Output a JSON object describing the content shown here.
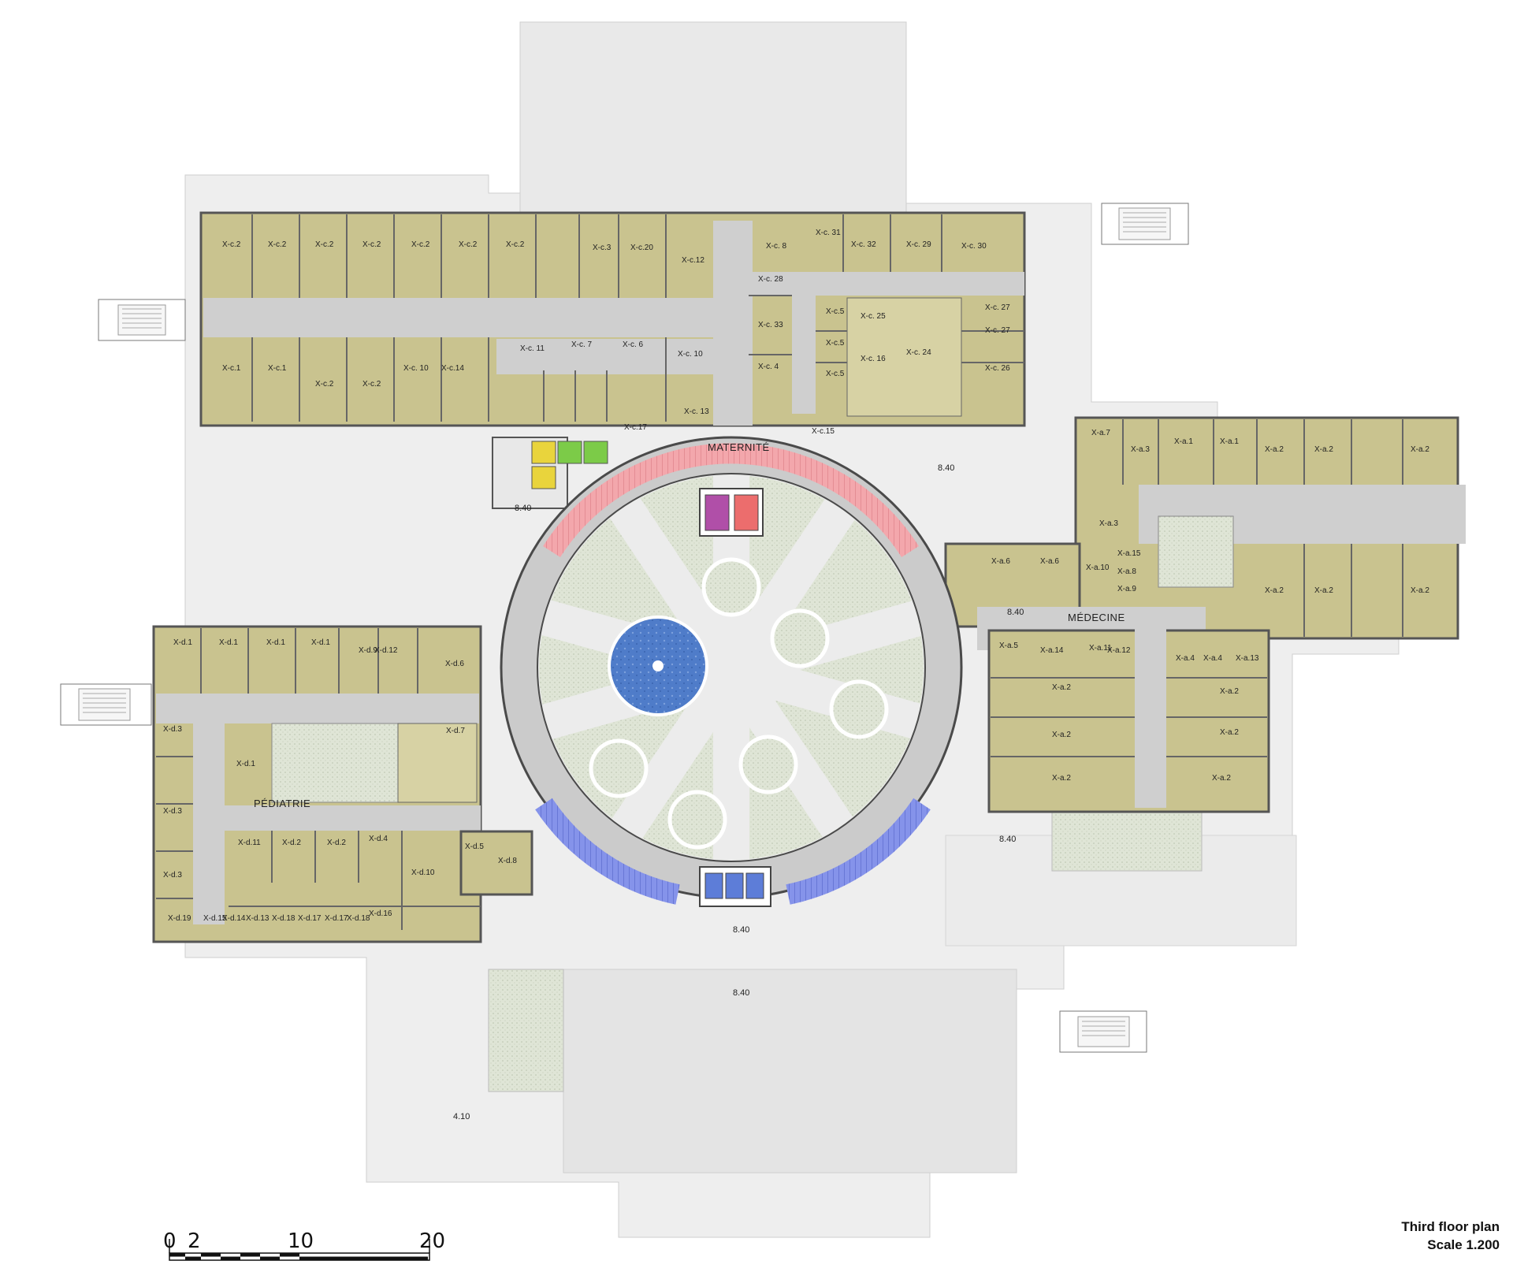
{
  "title": "Third floor plan",
  "scale_text": "Scale 1.200",
  "scale_bar": {
    "ticks": [
      "0",
      "2",
      "10",
      "20"
    ]
  },
  "wings": [
    "MATERNITÉ",
    "MÉDECINE",
    "PÉDIATRIE"
  ],
  "levels": [
    "8.40",
    "8.40",
    "8.40",
    "8.40",
    "8.40",
    "8.40",
    "4.10"
  ],
  "rooms": {
    "maternite": [
      "X-c.2",
      "X-c.2",
      "X-c.2",
      "X-c.2",
      "X-c.2",
      "X-c.2",
      "X-c.2",
      "X-c.3",
      "X-c.20",
      "X-c.12",
      "X-c. 8",
      "X-c. 31",
      "X-c. 32",
      "X-c. 29",
      "X-c. 30",
      "X-c. 28",
      "X-c. 33",
      "X-c. 4",
      "X-c.5",
      "X-c. 25",
      "X-c.5",
      "X-c. 16",
      "X-c.5",
      "X-c. 24",
      "X-c. 27",
      "X-c. 27",
      "X-c. 26",
      "X-c.1",
      "X-c.1",
      "X-c.2",
      "X-c.2",
      "X-c. 10",
      "X-c.14",
      "X-c. 11",
      "X-c. 7",
      "X-c. 6",
      "X-c. 10",
      "X-c. 13",
      "X-c.15",
      "X-c.17"
    ],
    "medecine": [
      "X-a.7",
      "X-a.3",
      "X-a.1",
      "X-a.1",
      "X-a.2",
      "X-a.2",
      "X-a.2",
      "X-a.3",
      "X-a.6",
      "X-a.6",
      "X-a.10",
      "X-a.15",
      "X-a.8",
      "X-a.9",
      "X-a.2",
      "X-a.2",
      "X-a.2",
      "X-a.5",
      "X-a.14",
      "X-a.11",
      "X-a.12",
      "X-a.4",
      "X-a.4",
      "X-a.13",
      "X-a.2",
      "X-a.2",
      "X-a.2",
      "X-a.2",
      "X-a.2",
      "X-a.2"
    ],
    "pediatrie": [
      "X-d.1",
      "X-d.1",
      "X-d.1",
      "X-d.1",
      "X-d.9",
      "X-d.6",
      "X-d.3",
      "X-d.1",
      "X-d.7",
      "X-d.3",
      "X-d.3",
      "X-d.11",
      "X-d.2",
      "X-d.2",
      "X-d.4",
      "X-d.12",
      "X-d.5",
      "X-d.8",
      "X-d.10",
      "X-d.19",
      "X-d.15",
      "X-d.14",
      "X-d.13",
      "X-d.18",
      "X-d.17",
      "X-d.17",
      "X-d.18",
      "X-d.16"
    ]
  },
  "colors": {
    "room_fill": "#c9c38f",
    "wall": "#5c5c5c",
    "corridor": "#cfcfcf",
    "garden": "#dde3d4",
    "site": "#eeeeee",
    "stair_red": "#f2a0a6",
    "stair_blue": "#7f8ee8",
    "fountain": "#4d78c8",
    "lift_green": "#7ccb48",
    "lift_yellow": "#e9d43c"
  }
}
